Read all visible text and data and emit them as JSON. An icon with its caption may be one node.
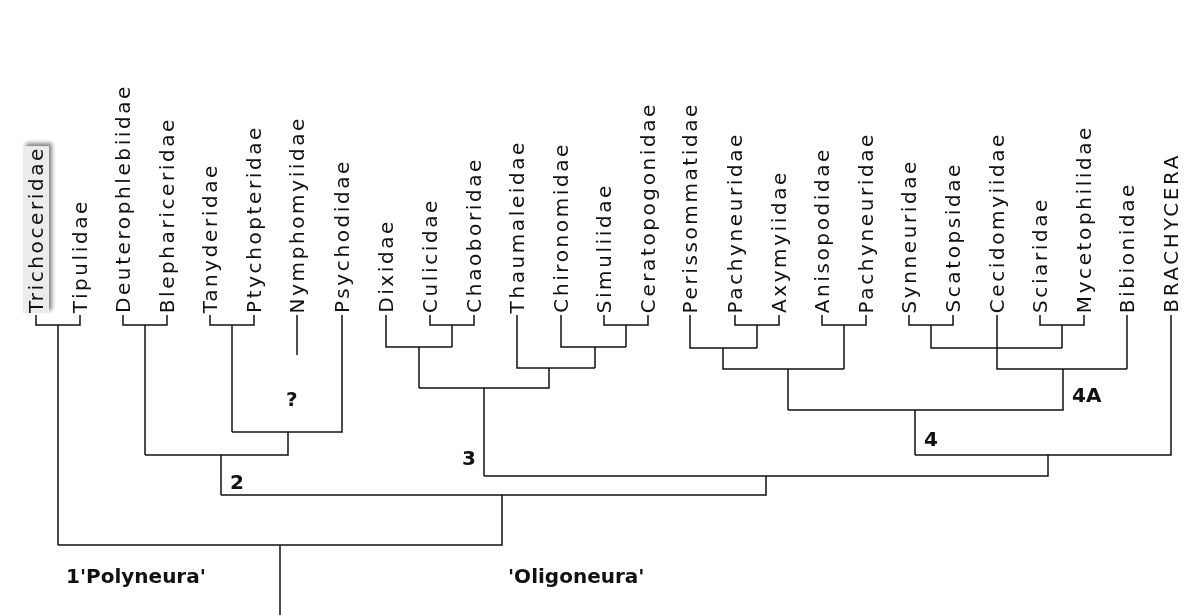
{
  "diagram": {
    "nodes": [
      {
        "text": [
          "Trichoceridae"
        ]
      },
      {
        "text": [
          "Tipulidae"
        ]
      },
      {
        "text": [
          "Deuterophlebiidae"
        ]
      },
      {
        "text": [
          "Blephariceridae"
        ]
      },
      {
        "text": [
          "Tanyderidae"
        ]
      },
      {
        "text": [
          "Ptychopteridae"
        ]
      },
      {
        "text": [
          "Nymphomyiidae"
        ]
      },
      {
        "text": [
          "Psychodidae"
        ]
      },
      {
        "text": [
          "Dixidae"
        ]
      },
      {
        "text": [
          "Culicidae"
        ]
      },
      {
        "text": [
          "Chaoboridae"
        ]
      },
      {
        "text": [
          "Thaumaleidae"
        ]
      },
      {
        "text": [
          "Chironomidae"
        ]
      },
      {
        "text": [
          "Simuliidae"
        ]
      },
      {
        "text": [
          "Ceratopogonidae"
        ]
      },
      {
        "text": [
          "Perissommatidae"
        ]
      },
      {
        "text": [
          "Pachyneuridae"
        ]
      },
      {
        "text": [
          "Axymyiidae"
        ]
      },
      {
        "text": [
          "Anisopodidae"
        ]
      },
      {
        "text": [
          "Pachyneuridae"
        ]
      },
      {
        "text": [
          "Synneuridae"
        ]
      },
      {
        "text": [
          "Scatopsidae"
        ]
      },
      {
        "text": [
          "Cecidomyiidae"
        ]
      },
      {
        "text": [
          "Sciaridae"
        ]
      },
      {
        "text": [
          "Mycetophilidae"
        ]
      },
      {
        "text": [
          "Bibionidae"
        ]
      },
      {
        "text": [
          "BRACHYCERA"
        ]
      }
    ],
    "edges": [
      {
        "from": 0,
        "to": 1,
        "arrow": "none"
      },
      {
        "from": 2,
        "to": 3,
        "arrow": "none"
      },
      {
        "from": 4,
        "to": 5,
        "arrow": "none"
      },
      {
        "from": 9,
        "to": 10,
        "arrow": "none"
      },
      {
        "from": 13,
        "to": 14,
        "arrow": "none"
      },
      {
        "from": 16,
        "to": 17,
        "arrow": "none"
      },
      {
        "from": 18,
        "to": 19,
        "arrow": "none"
      },
      {
        "from": 20,
        "to": 21,
        "arrow": "none"
      },
      {
        "from": 23,
        "to": 24,
        "arrow": "none"
      }
    ],
    "labels": [
      "4A",
      "?",
      "4",
      "3",
      "2",
      "1'Polyneura'",
      "'Oligoneura'"
    ]
  }
}
